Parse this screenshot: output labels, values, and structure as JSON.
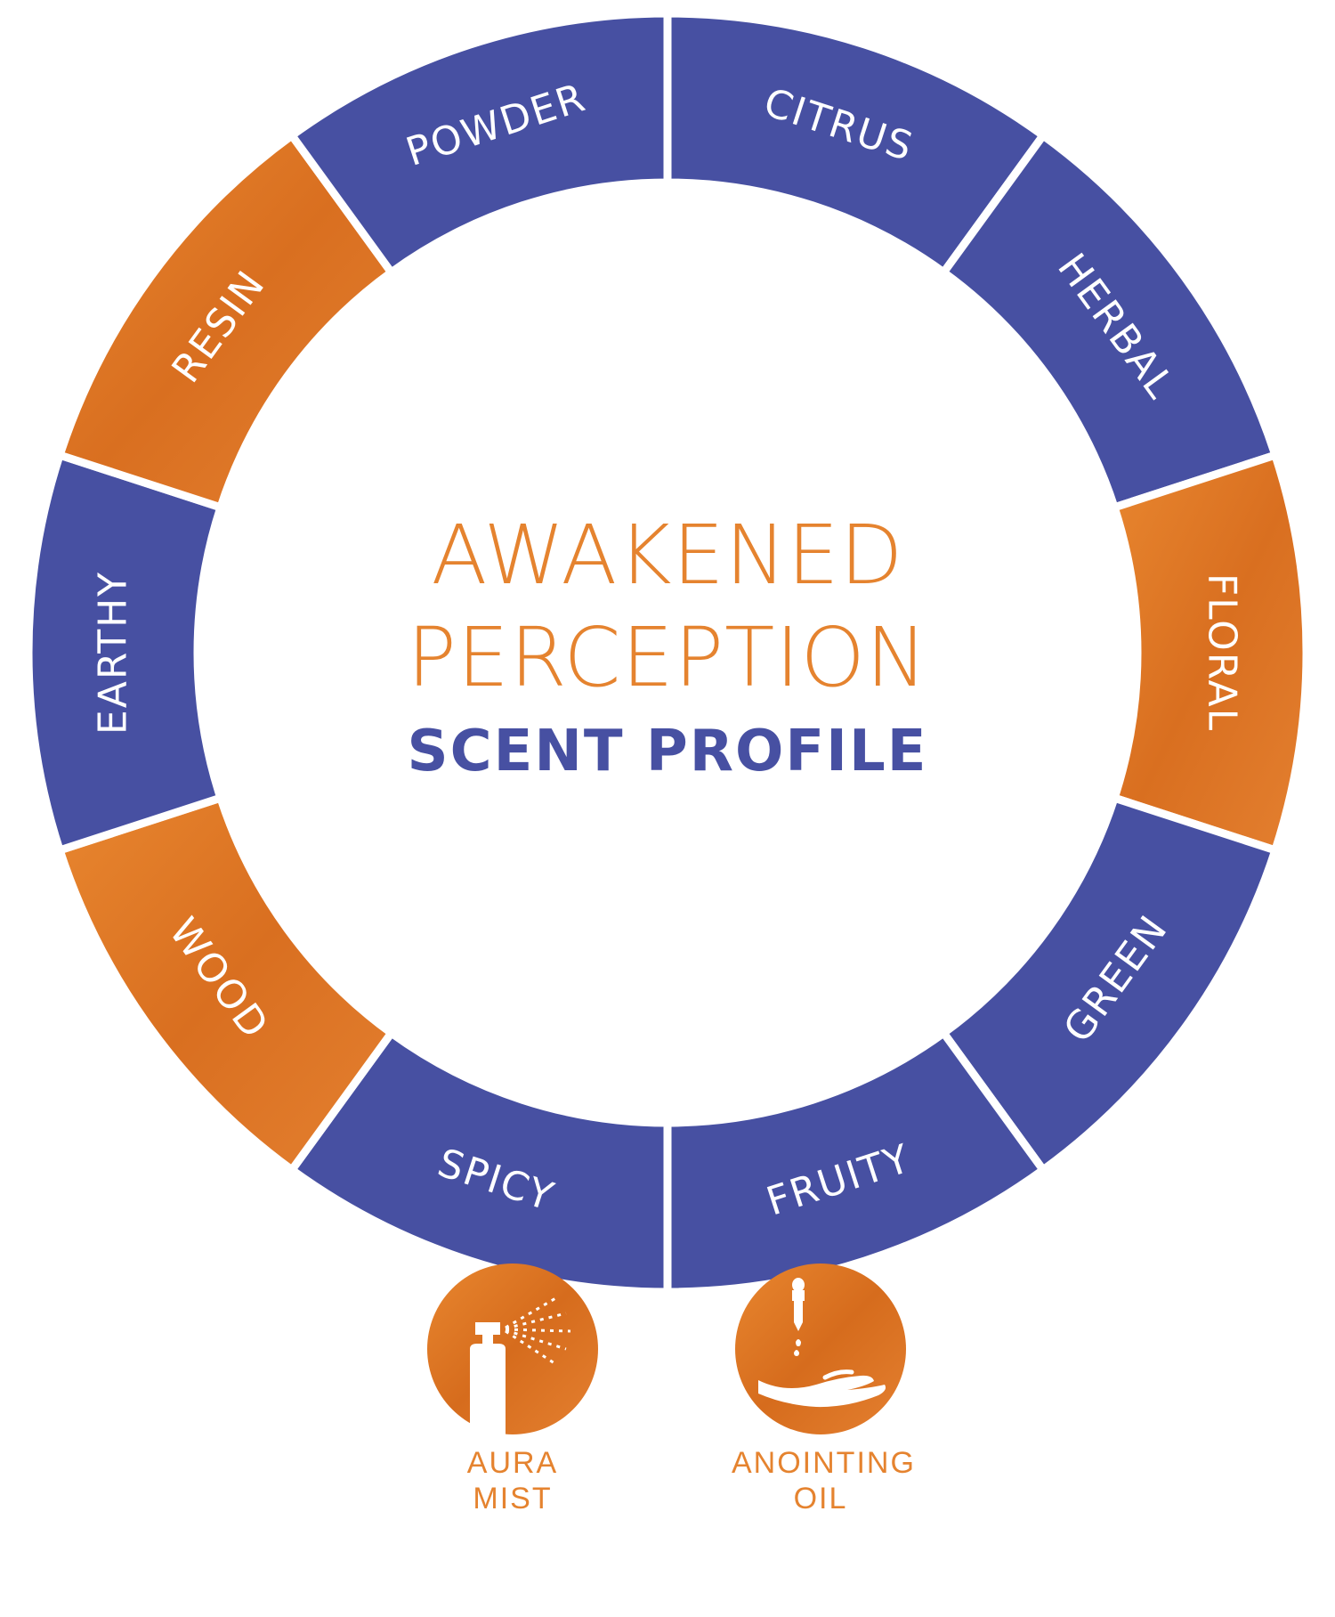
{
  "colors": {
    "blue": "#4750a2",
    "orange": "#e07a2b",
    "orange_dark": "#d46a1d",
    "orange_text": "#e5832f",
    "white": "#ffffff"
  },
  "wheel": {
    "segments": [
      {
        "label": "CITRUS",
        "color": "blue"
      },
      {
        "label": "HERBAL",
        "color": "blue"
      },
      {
        "label": "FLORAL",
        "color": "orange"
      },
      {
        "label": "GREEN",
        "color": "blue"
      },
      {
        "label": "FRUITY",
        "color": "blue"
      },
      {
        "label": "SPICY",
        "color": "blue"
      },
      {
        "label": "WOOD",
        "color": "orange"
      },
      {
        "label": "EARTHY",
        "color": "blue"
      },
      {
        "label": "RESIN",
        "color": "orange"
      },
      {
        "label": "POWDER",
        "color": "blue"
      }
    ]
  },
  "title": {
    "line1": "AWAKENED",
    "line2": "PERCEPTION",
    "subtitle": "SCENT PROFILE"
  },
  "products": [
    {
      "icon": "spray-bottle-icon",
      "label_line1": "AURA",
      "label_line2": "MIST"
    },
    {
      "icon": "dropper-hand-icon",
      "label_line1": "ANOINTING",
      "label_line2": "OIL"
    }
  ]
}
